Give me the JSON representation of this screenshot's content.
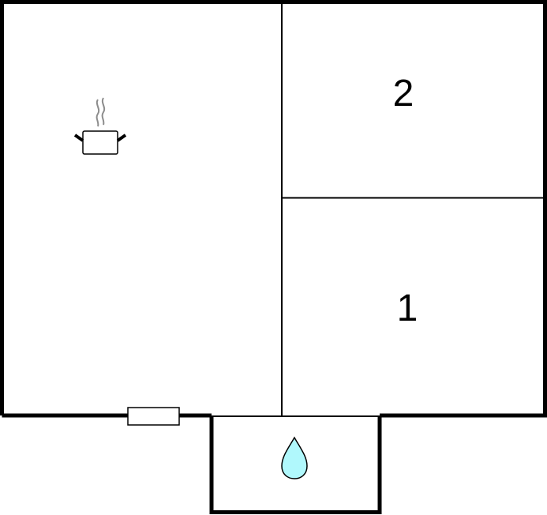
{
  "floorplan": {
    "rooms": [
      {
        "id": "kitchen-living",
        "icon": "cooking-pot-icon",
        "label": ""
      },
      {
        "id": "bedroom-2",
        "label": "2"
      },
      {
        "id": "bedroom-1",
        "label": "1"
      },
      {
        "id": "bathroom",
        "icon": "water-drop-icon",
        "label": ""
      }
    ],
    "window": {
      "icon": "window-icon"
    },
    "colors": {
      "wall": "#000000",
      "background": "#ffffff",
      "water_drop": "#b0f8fc",
      "steam": "#8c8c8c"
    }
  }
}
